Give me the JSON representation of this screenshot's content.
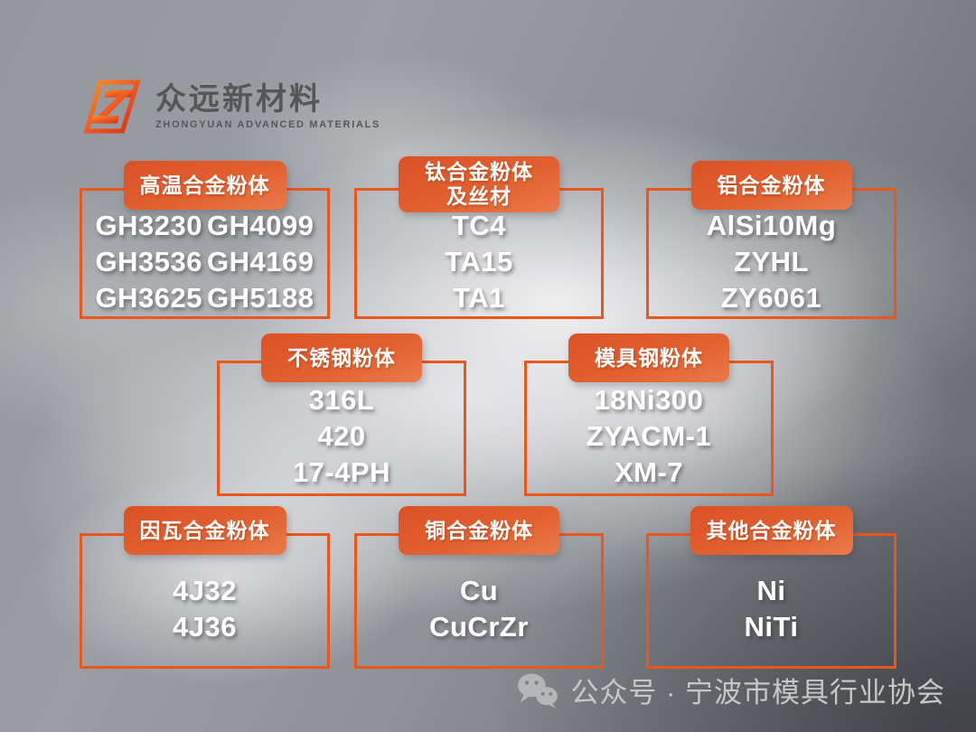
{
  "logo": {
    "company_name_cn": "众远新材料",
    "company_name_en": "ZHONGYUAN ADVANCED MATERIALS",
    "mark": "zhongyuan-z-logo"
  },
  "colors": {
    "accent_border": "#e7571e",
    "tab_gradient_start": "#dc5127",
    "tab_gradient_end": "#ea7a4a",
    "item_text": "#ffffff",
    "logo_text": "#54565a",
    "footer_text": "#c7c8ca"
  },
  "categories": [
    {
      "title_lines": [
        "高温合金粉体"
      ],
      "items": [
        "GH3230",
        "GH4099",
        "GH3536",
        "GH4169",
        "GH3625",
        "GH5188"
      ]
    },
    {
      "title_lines": [
        "钛合金粉体",
        "及丝材"
      ],
      "items": [
        "TC4",
        "TA15",
        "TA1"
      ]
    },
    {
      "title_lines": [
        "铝合金粉体"
      ],
      "items": [
        "AlSi10Mg",
        "ZYHL",
        "ZY6061"
      ]
    },
    {
      "title_lines": [
        "不锈钢粉体"
      ],
      "items": [
        "316L",
        "420",
        "17-4PH"
      ]
    },
    {
      "title_lines": [
        "模具钢粉体"
      ],
      "items": [
        "18Ni300",
        "ZYACM-1",
        "XM-7"
      ]
    },
    {
      "title_lines": [
        "因瓦合金粉体"
      ],
      "items": [
        "4J32",
        "4J36"
      ]
    },
    {
      "title_lines": [
        "铜合金粉体"
      ],
      "items": [
        "Cu",
        "CuCrZr"
      ]
    },
    {
      "title_lines": [
        "其他合金粉体"
      ],
      "items": [
        "Ni",
        "NiTi"
      ]
    }
  ],
  "footer": {
    "icon": "wechat-icon",
    "text": "公众号 · 宁波市模具行业协会"
  }
}
